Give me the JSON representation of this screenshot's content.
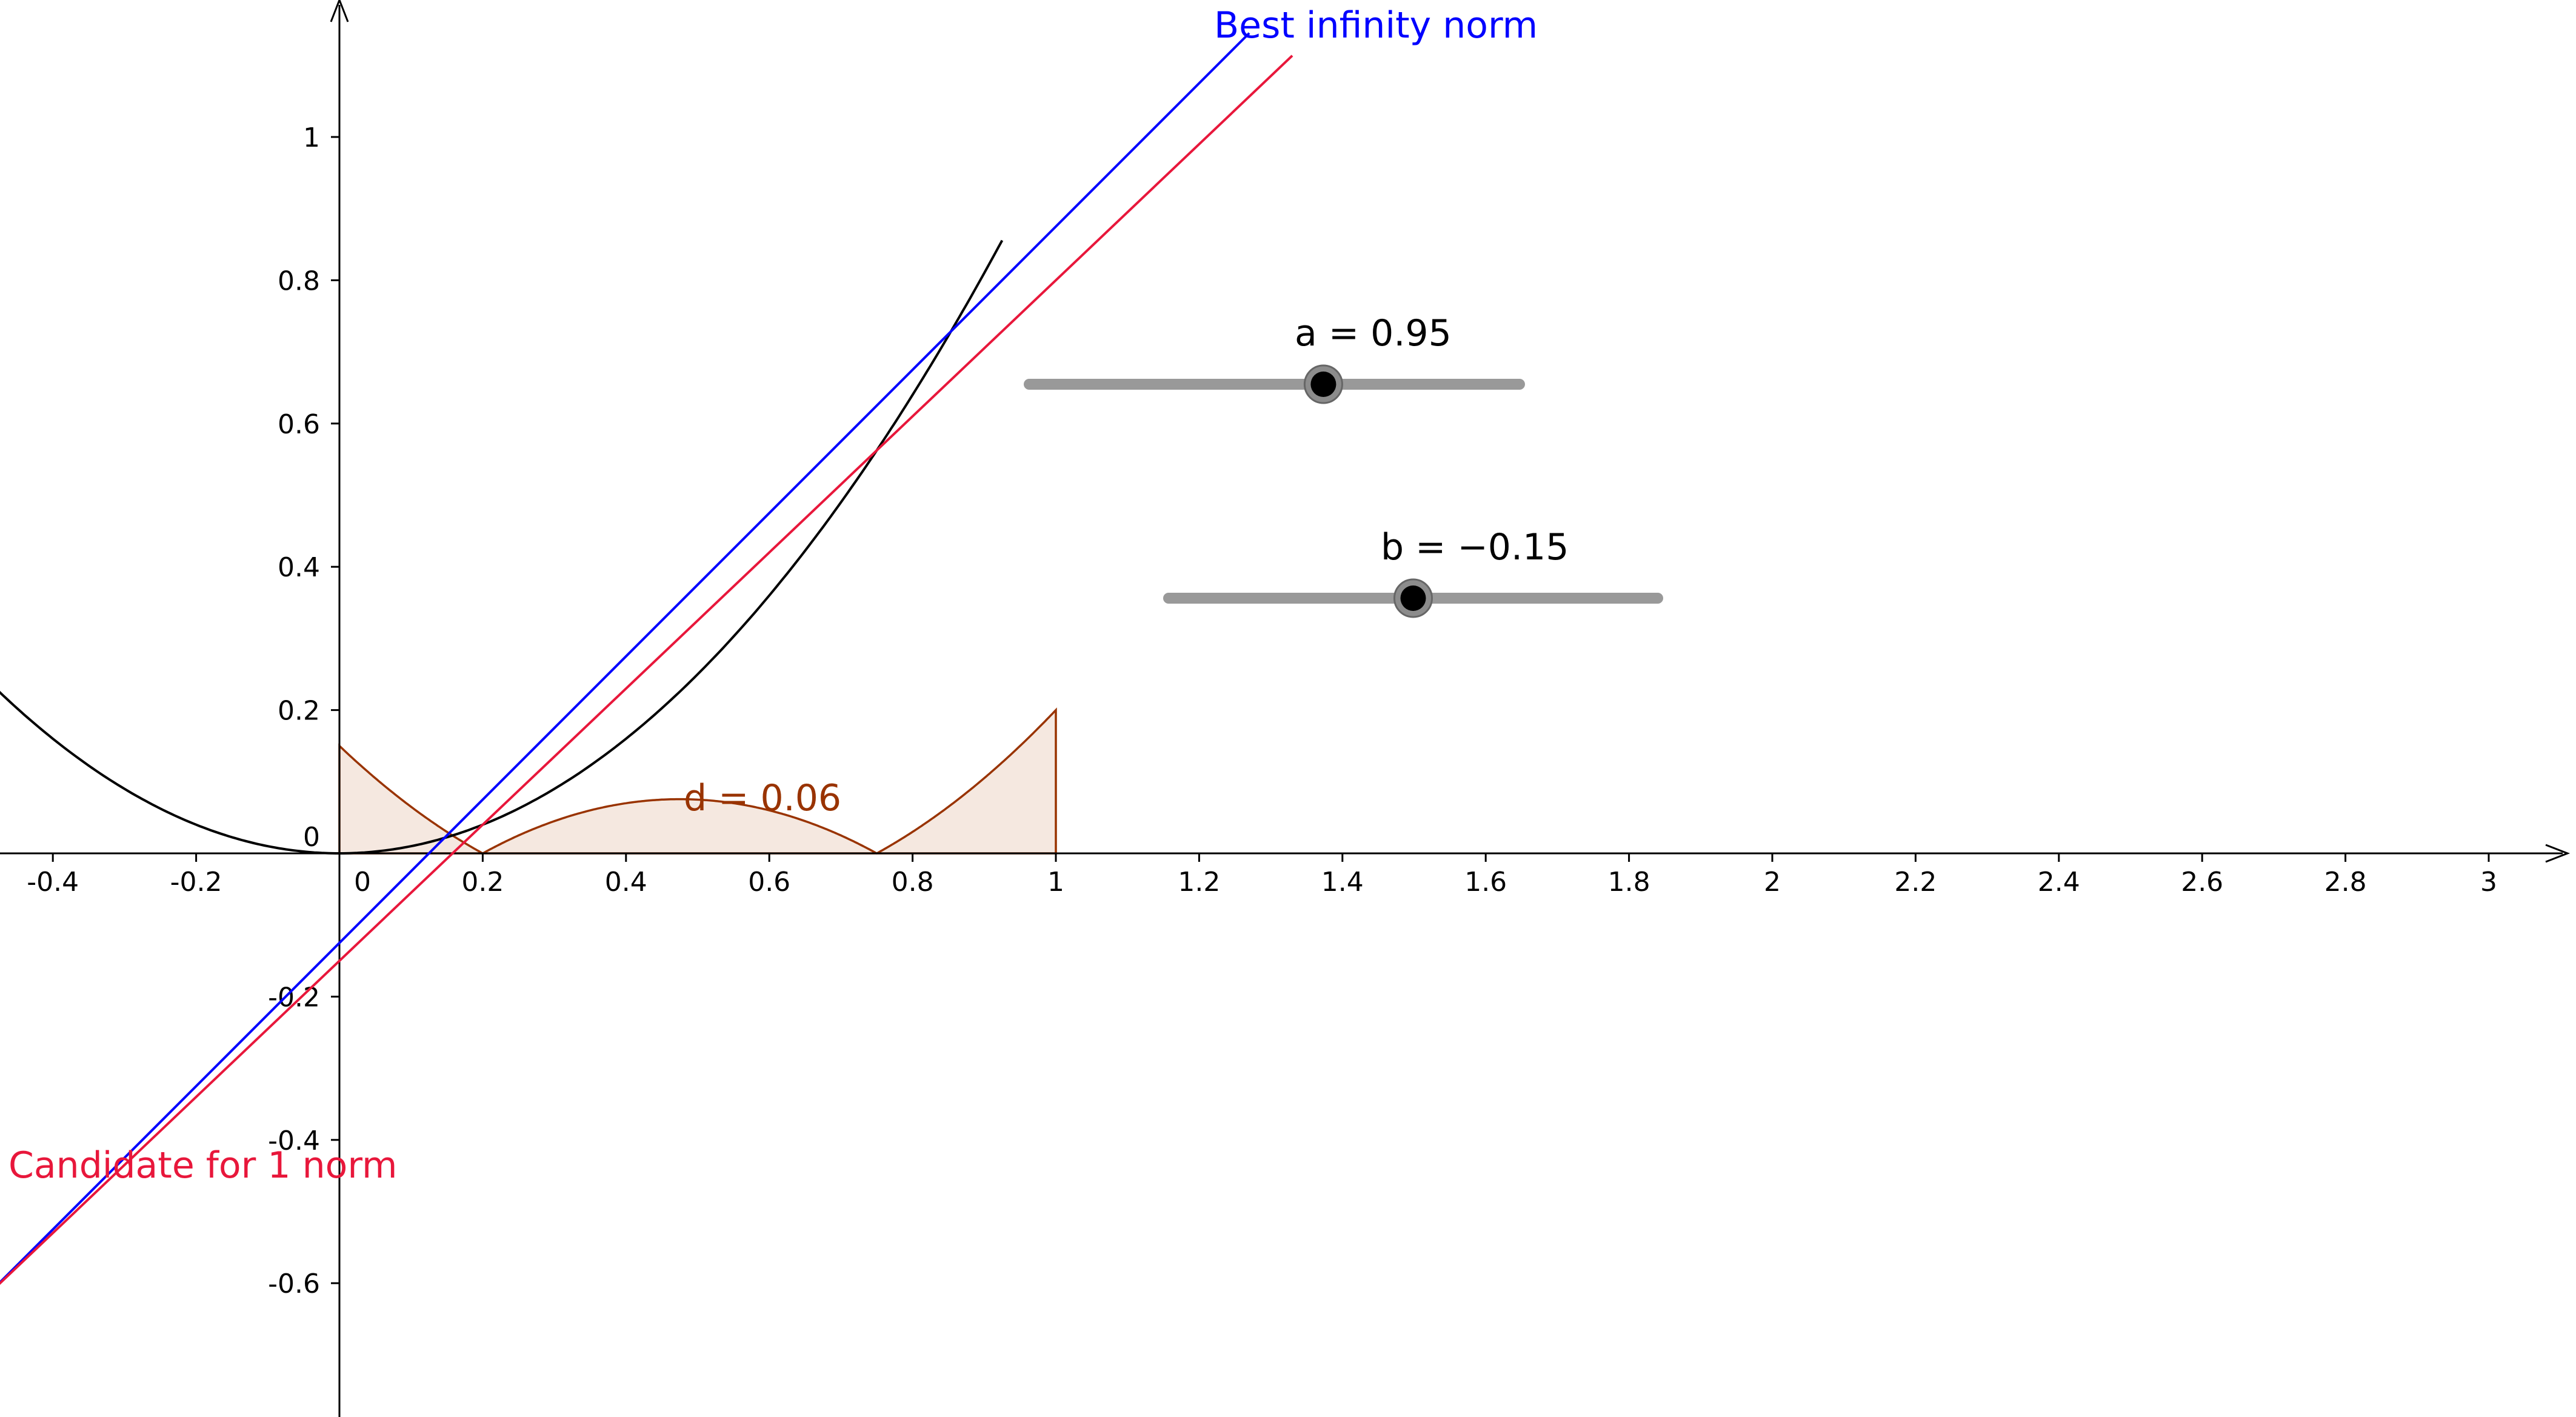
{
  "app": "GeoGebra graphics view",
  "axes": {
    "x_ticks": [
      "-0.4",
      "-0.2",
      "0",
      "0.2",
      "0.4",
      "0.6",
      "0.8",
      "1",
      "1.2",
      "1.4",
      "1.6",
      "1.8",
      "2",
      "2.2",
      "2.4",
      "2.6",
      "2.8",
      "3"
    ],
    "x_tick_values": [
      -0.4,
      -0.2,
      0,
      0.2,
      0.4,
      0.6,
      0.8,
      1,
      1.2,
      1.4,
      1.6,
      1.8,
      2,
      2.2,
      2.4,
      2.6,
      2.8,
      3
    ],
    "y_ticks": [
      "1",
      "0.8",
      "0.6",
      "0.4",
      "0.2",
      "0",
      "-0.2",
      "-0.4",
      "-0.6"
    ],
    "y_tick_values": [
      1,
      0.8,
      0.6,
      0.4,
      0.2,
      0,
      -0.2,
      -0.4,
      -0.6
    ],
    "x_range": [
      -0.475,
      3.13
    ],
    "y_range": [
      -0.79,
      1.19
    ]
  },
  "functions": {
    "parabola": {
      "expression": "f(x) = x^2",
      "color": "#000000"
    },
    "best_infinity_line": {
      "label": "Best infinity norm",
      "slope": 1,
      "intercept": -0.125,
      "color": "#0000ff"
    },
    "candidate_line": {
      "label": "Candidate for 1 norm",
      "slope": 0.95,
      "intercept": -0.15,
      "color": "#e8173b"
    },
    "error_region": {
      "label": "d = 0.06",
      "domain": [
        0,
        1
      ],
      "stroke": "#993300",
      "fill": "#f5e8e0"
    }
  },
  "sliders": {
    "a": {
      "label": "a = 0.95",
      "value": 0.95,
      "fraction": 0.6
    },
    "b": {
      "label": "b = −0.15",
      "value": -0.15,
      "fraction": 0.5
    }
  }
}
